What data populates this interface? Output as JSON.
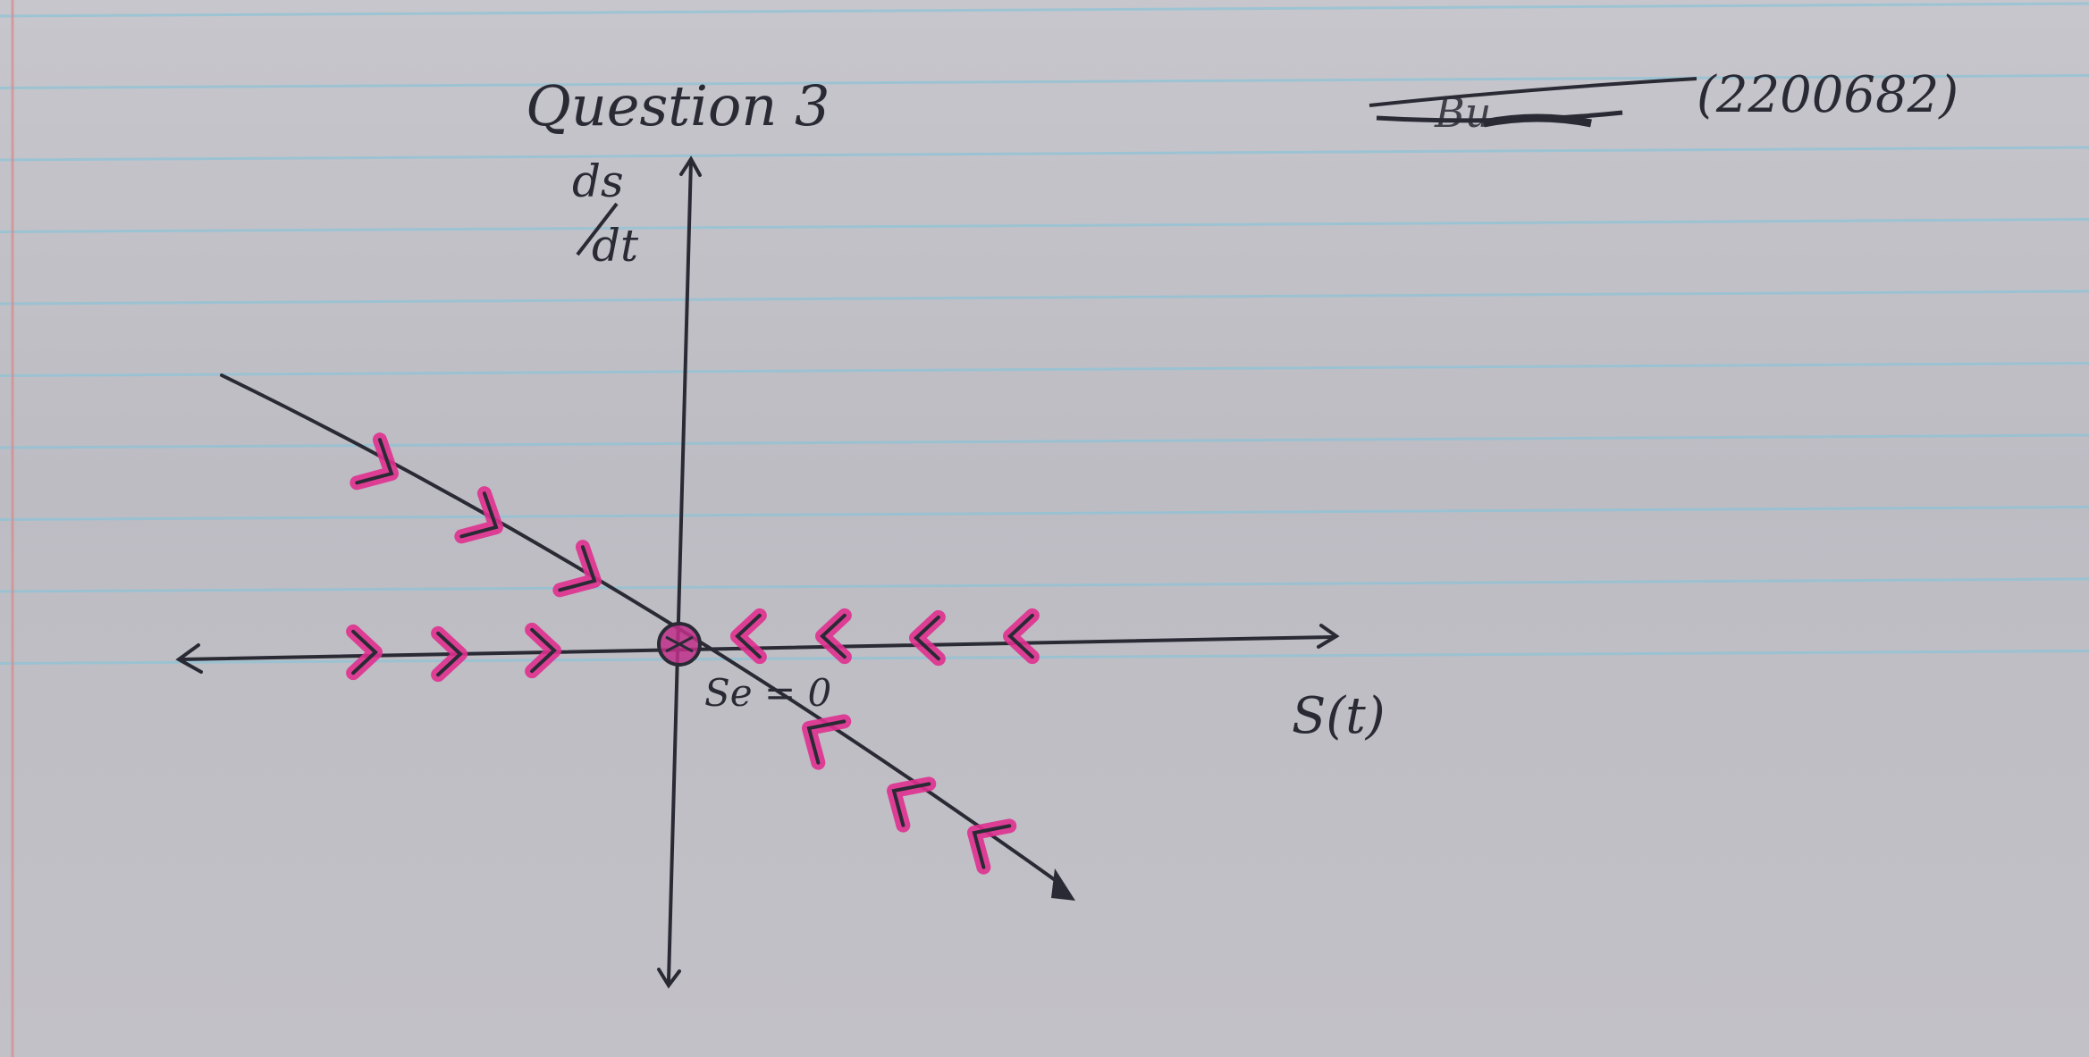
{
  "page": {
    "title": "Question 3",
    "student_id": "(2200682)",
    "struck_name": "Bu"
  },
  "axes": {
    "x_label": "S(t)",
    "y_label_top": "ds",
    "y_label_bottom": "dt"
  },
  "equilibrium": {
    "label": "Se = 0",
    "value": 0
  },
  "colors": {
    "paper": "#c3c2c8",
    "rule_line": "#8fc3d6",
    "margin_line": "#d98a8a",
    "ink": "#2a2a35",
    "highlighter": "#e0308f"
  },
  "phase_flow": {
    "left_of_equilibrium": "right",
    "right_of_equilibrium": "left",
    "stability": "stable"
  }
}
